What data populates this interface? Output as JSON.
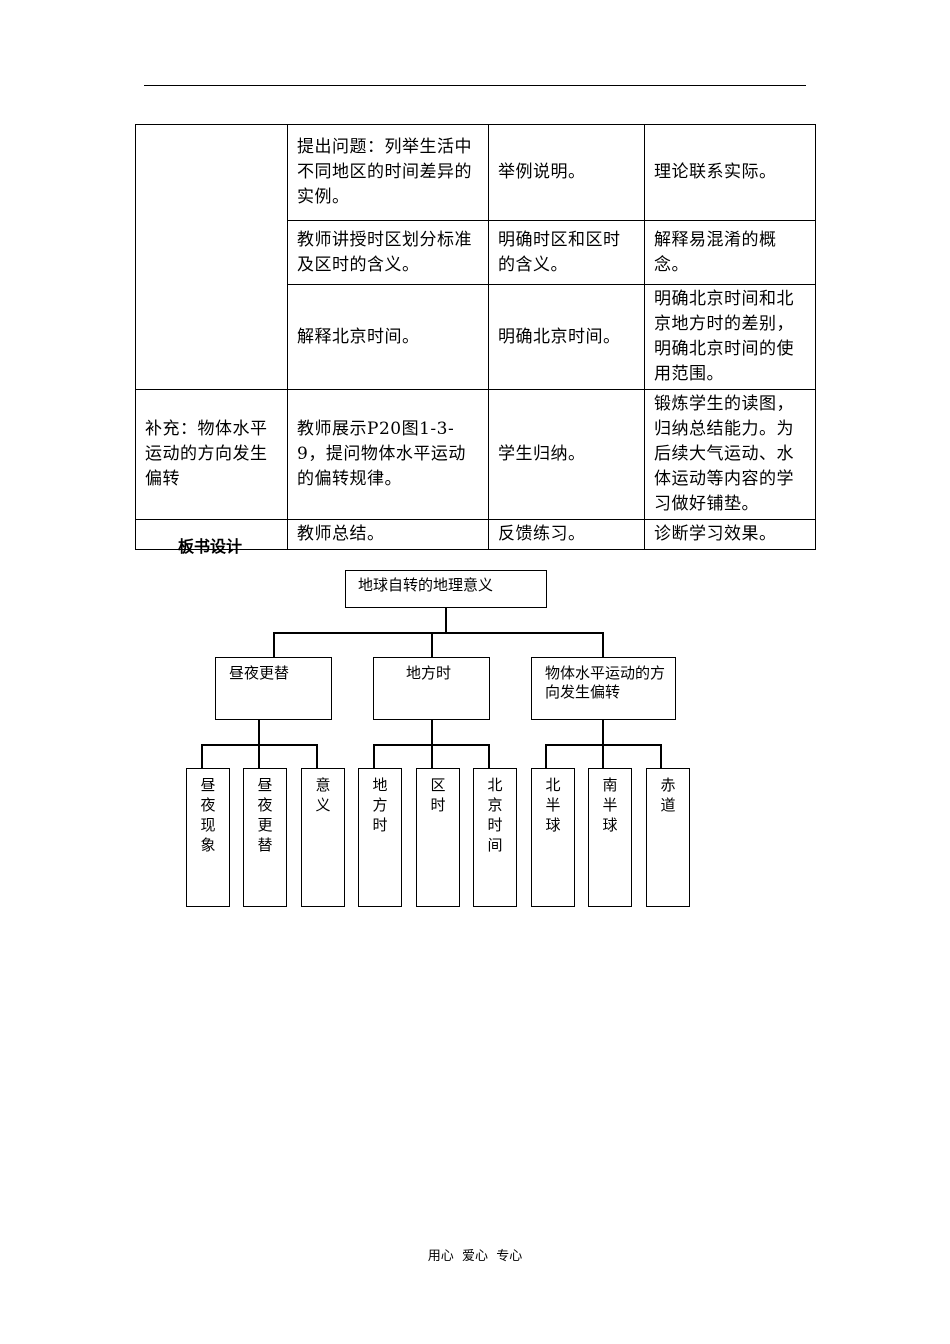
{
  "table": {
    "rows": [
      [
        "",
        "提出问题：列举生活中不同地区的时间差异的实例。",
        "举例说明。",
        "理论联系实际。"
      ],
      [
        "",
        "教师讲授时区划分标准及区时的含义。",
        "明确时区和区时的含义。",
        "解释易混淆的概念。"
      ],
      [
        "",
        "解释北京时间。",
        "明确北京时间。",
        "明确北京时间和北京地方时的差别，明确北京时间的使用范围。"
      ],
      [
        "补充：物体水平运动的方向发生偏转",
        "教师展示P20图1-3-9，提问物体水平运动的偏转规律。",
        "学生归纳。",
        "锻炼学生的读图，归纳总结能力。为后续大气运动、水体运动等内容的学习做好铺垫。"
      ],
      [
        "",
        "教师总结。",
        "反馈练习。",
        "诊断学习效果。"
      ]
    ]
  },
  "board": {
    "title": "板书设计",
    "root": "地球自转的地理意义",
    "branches": [
      {
        "label": "昼夜更替",
        "leaves": [
          "昼夜现象",
          "昼夜更替",
          "意义"
        ]
      },
      {
        "label": "地方时",
        "leaves": [
          "地方时",
          "区时",
          "北京时间"
        ]
      },
      {
        "label": "物体水平运动的方向发生偏转",
        "leaves": [
          "北半球",
          "南半球",
          "赤道"
        ]
      }
    ]
  },
  "footer": "用心  爱心  专心"
}
